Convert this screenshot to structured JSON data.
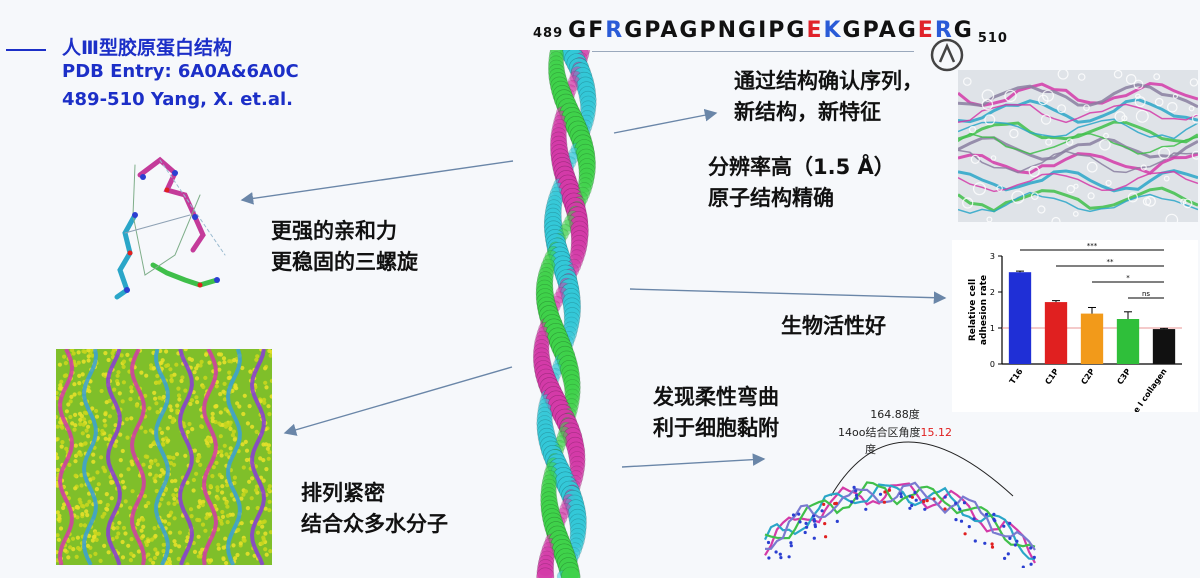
{
  "header": {
    "title": "人Ⅲ型胶原蛋白结构",
    "pdb_label": "PDB Entry:  6A0A&6A0C",
    "range_ref": "489-510   Yang, X. et.al."
  },
  "sequence": {
    "start": "489",
    "end": "510",
    "residues": [
      {
        "c": "G",
        "color": "#111111"
      },
      {
        "c": "F",
        "color": "#111111"
      },
      {
        "c": "R",
        "color": "#2a5bd7"
      },
      {
        "c": "G",
        "color": "#111111"
      },
      {
        "c": "P",
        "color": "#111111"
      },
      {
        "c": "A",
        "color": "#111111"
      },
      {
        "c": "G",
        "color": "#111111"
      },
      {
        "c": "P",
        "color": "#111111"
      },
      {
        "c": "N",
        "color": "#111111"
      },
      {
        "c": "G",
        "color": "#111111"
      },
      {
        "c": "I",
        "color": "#111111"
      },
      {
        "c": "P",
        "color": "#111111"
      },
      {
        "c": "G",
        "color": "#111111"
      },
      {
        "c": "E",
        "color": "#e0232b"
      },
      {
        "c": "K",
        "color": "#2a5bd7"
      },
      {
        "c": "G",
        "color": "#111111"
      },
      {
        "c": "P",
        "color": "#111111"
      },
      {
        "c": "A",
        "color": "#111111"
      },
      {
        "c": "G",
        "color": "#111111"
      },
      {
        "c": "E",
        "color": "#e0232b"
      },
      {
        "c": "R",
        "color": "#2a5bd7"
      },
      {
        "c": "G",
        "color": "#111111"
      }
    ]
  },
  "callouts": {
    "structure_confirm": [
      "通过结构确认序列，",
      "新结构，新特征"
    ],
    "resolution": [
      "分辨率高（1.5 Å）",
      "原子结构精确"
    ],
    "affinity": [
      "更强的亲和力",
      "更稳固的三螺旋"
    ],
    "bioactivity": "生物活性好",
    "flexible": [
      "发现柔性弯曲",
      "利于细胞黏附"
    ],
    "packing": [
      "排列紧密",
      "结合众多水分子"
    ]
  },
  "bend_annotation": {
    "line1": "164.88度",
    "line2_prefix": "14oo结合区角度",
    "line2_value": "15.12",
    "line3": "度"
  },
  "chart_data": {
    "type": "bar",
    "ylabel": "Relative cell adhesion rate",
    "categories": [
      "T16",
      "C1P",
      "C2P",
      "C3P",
      "Type I collagen"
    ],
    "values": [
      2.55,
      1.72,
      1.4,
      1.25,
      0.97
    ],
    "errors": [
      0.03,
      0.04,
      0.17,
      0.2,
      0.02
    ],
    "colors": [
      "#1f2fd6",
      "#e02020",
      "#f29a1a",
      "#2fbf3a",
      "#111111"
    ],
    "ylim": [
      0,
      3
    ],
    "yticks": [
      "0",
      "1",
      "2",
      "3"
    ],
    "significance": [
      "***",
      "**",
      "*",
      "ns"
    ]
  },
  "colors": {
    "title_blue": "#1c2fc7",
    "arrow": "#6a86a8",
    "cyan": "#33c8d8",
    "magenta": "#d43aa8",
    "green": "#3fd24a"
  }
}
